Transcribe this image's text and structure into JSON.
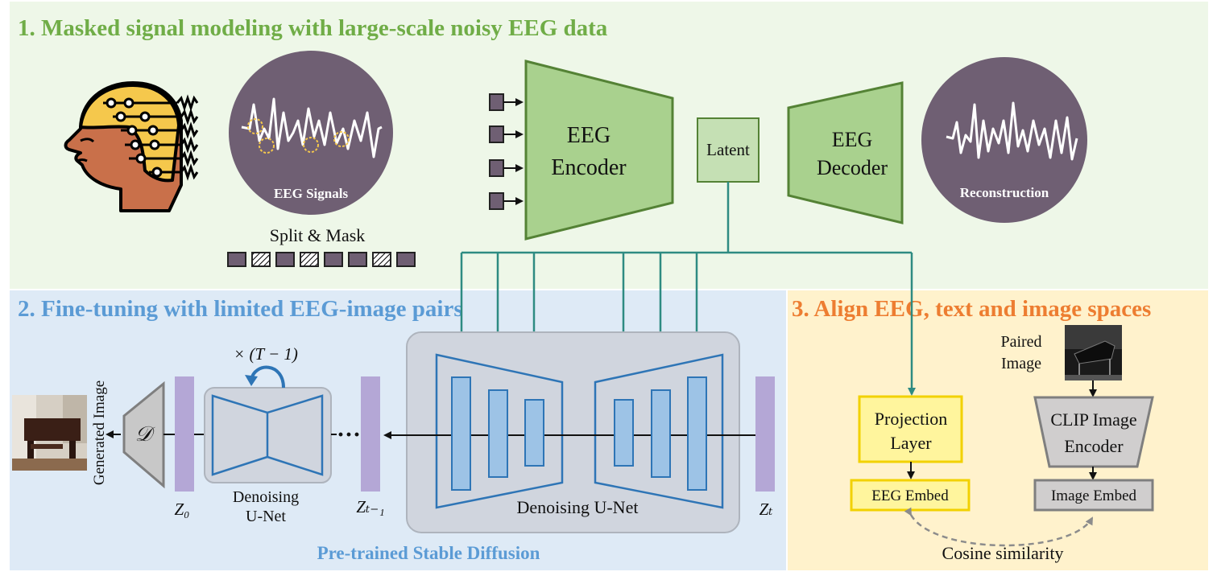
{
  "sections": {
    "s1": {
      "title": "1. Masked signal modeling with large-scale noisy EEG data",
      "color": "#70ad47"
    },
    "s2": {
      "title": "2. Fine-tuning with limited EEG-image pairs",
      "footer": "Pre-trained Stable Diffusion",
      "color": "#5b9bd5"
    },
    "s3": {
      "title": "3. Align EEG, text and image spaces",
      "color": "#ed7d31"
    }
  },
  "stage1": {
    "eeg_signals_label": "EEG Signals",
    "split_mask_label": "Split & Mask",
    "encoder_label_1": "EEG",
    "encoder_label_2": "Encoder",
    "latent_label": "Latent",
    "decoder_label_1": "EEG",
    "decoder_label_2": "Decoder",
    "reconstruction_label": "Reconstruction"
  },
  "stage2": {
    "generated_image_label": "Generated Image",
    "decoder_symbol": "𝒟",
    "repeat_label": "× (T − 1)",
    "small_unet_label_1": "Denoising",
    "small_unet_label_2": "U-Net",
    "ellipsis": "···",
    "big_unet_label": "Denoising U-Net",
    "z0_label": "Z₀",
    "zt1_label": "Zₜ₋₁",
    "zt_label": "Zₜ"
  },
  "stage3": {
    "paired_image_label_1": "Paired",
    "paired_image_label_2": "Image",
    "projection_label_1": "Projection",
    "projection_label_2": "Layer",
    "clip_label_1": "CLIP Image",
    "clip_label_2": "Encoder",
    "eeg_embed_label": "EEG Embed",
    "image_embed_label": "Image Embed",
    "cosine_label": "Cosine similarity"
  },
  "colors": {
    "bg1": "#eef7e8",
    "bg2": "#deeaf6",
    "bg3": "#fff2cc",
    "green_box": "#a9d18e",
    "green_stroke": "#548235",
    "plum": "#6f5f73",
    "teal": "#2e8b82",
    "unet_fill": "#9dc3e6",
    "unet_stroke": "#2e75b6",
    "latent_z": "#b4a7d6",
    "yellow_box": "#fff59d",
    "yellow_stroke": "#f2d100",
    "gray_box": "#d0cece"
  }
}
